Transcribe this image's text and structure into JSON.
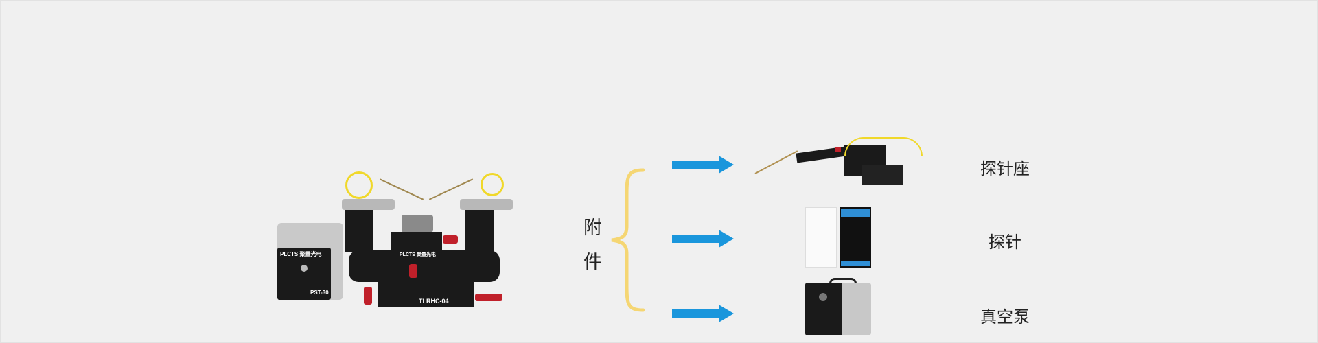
{
  "main_product": {
    "controller_brand": "PLCTS 聚量光电",
    "controller_model": "PST-30",
    "stage_brand": "PLCTS 聚量光电",
    "stage_model": "TLRHC-04"
  },
  "accessories_label": [
    "附",
    "件"
  ],
  "accessories": [
    {
      "name": "探针座",
      "image": "probe-holder"
    },
    {
      "name": "探针",
      "image": "probe-box"
    },
    {
      "name": "真空泵",
      "image": "vacuum-pump"
    }
  ],
  "colors": {
    "background": "#f0f0f0",
    "arrow": "#1a96dc",
    "bracket": "#f5d673"
  }
}
